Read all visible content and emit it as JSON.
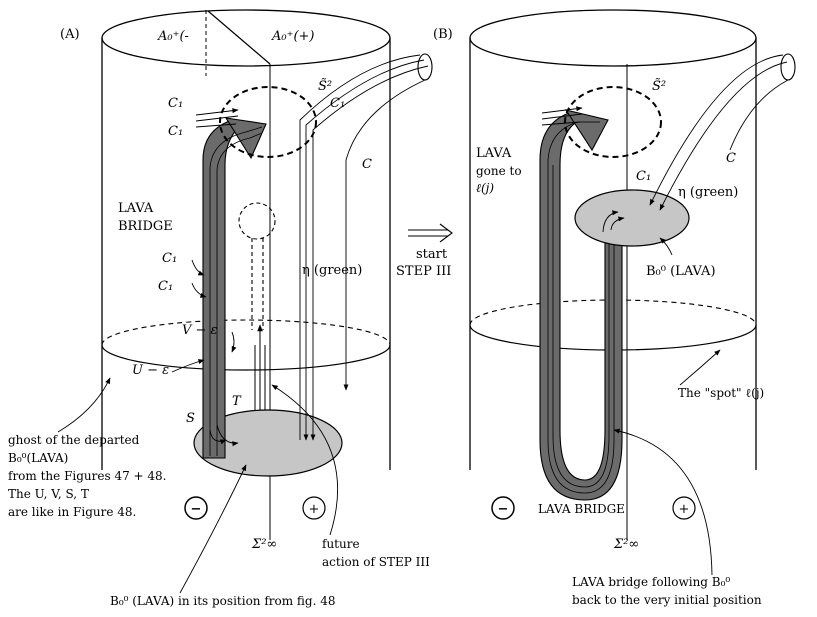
{
  "panel_a": {
    "tag": "(A)",
    "top_left": "A₀⁺(-",
    "top_right": "A₀⁺(+)",
    "s2": "S̃²",
    "c1_top_1": "C₁",
    "c1_top_2": "C₁",
    "c1_right": "C₁",
    "c": "C",
    "lava_bridge_1": "LAVA",
    "lava_bridge_2": "BRIDGE",
    "c1_mid_1": "C₁",
    "c1_mid_2": "C₁",
    "eta_green": "η (green)",
    "v_eps": "V − ε",
    "u_eps": "U − ε",
    "s_label": "S",
    "t_label": "T",
    "ghost_1": "ghost of the departed",
    "ghost_2": "B₀⁰(LAVA)",
    "ghost_3": "from the Figures 47 + 48.",
    "ghost_4": "The U, V, S, T",
    "ghost_5": "are like in Figure 48.",
    "minus": "−",
    "plus": "+",
    "sigma": "Σ²∞",
    "future_1": "future",
    "future_2": "action of STEP III",
    "bottom": "B₀⁰ (LAVA) in its position from fig. 48"
  },
  "arrow_mid": {
    "start": "start",
    "step": "STEP III"
  },
  "panel_b": {
    "tag": "(B)",
    "s2": "S̃²",
    "c": "C",
    "c1": "C₁",
    "lava_gone_1": "LAVA",
    "lava_gone_2": "gone to",
    "lava_gone_3": "ℓ(j)",
    "eta_green": "η (green)",
    "bpl": "B₀⁰ (LAVA)",
    "spot": "The \"spot\" ℓ(j)",
    "minus": "−",
    "plus": "+",
    "lava_bridge": "LAVA BRIDGE",
    "sigma": "Σ²∞",
    "follow_1": "LAVA bridge following B₀⁰",
    "follow_2": "back to the very initial position"
  }
}
